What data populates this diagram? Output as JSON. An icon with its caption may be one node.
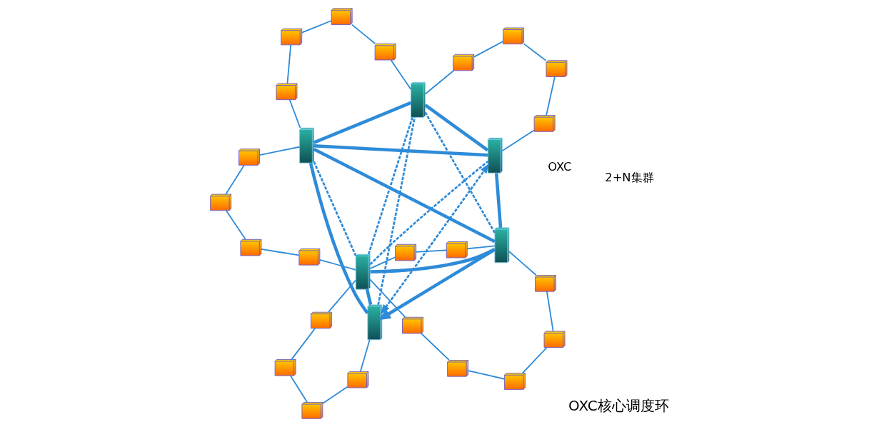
{
  "diagram": {
    "nodes": [
      {
        "text": [],
        "shape": "picture"
      },
      {
        "text": [],
        "shape": "picture"
      },
      {
        "text": [],
        "shape": "picture"
      },
      {
        "text": [],
        "shape": "picture"
      },
      {
        "text": [],
        "shape": "picture"
      },
      {
        "text": [],
        "shape": "picture"
      },
      {
        "text": [],
        "shape": "picture"
      },
      {
        "text": [],
        "shape": "picture"
      },
      {
        "text": [],
        "shape": "picture"
      },
      {
        "text": [],
        "shape": "picture"
      },
      {
        "text": [],
        "shape": "picture"
      },
      {
        "text": [],
        "shape": "picture"
      },
      {
        "text": [],
        "shape": "picture"
      },
      {
        "text": [],
        "shape": "picture"
      },
      {
        "text": [],
        "shape": "picture"
      },
      {
        "text": [],
        "shape": "picture"
      },
      {
        "text": [],
        "shape": "picture"
      },
      {
        "text": [],
        "shape": "picture"
      },
      {
        "text": [],
        "shape": "picture"
      },
      {
        "text": [],
        "shape": "picture"
      },
      {
        "text": [],
        "shape": "picture"
      },
      {
        "text": [],
        "shape": "picture"
      },
      {
        "text": [],
        "shape": "picture"
      },
      {
        "text": [],
        "shape": "picture"
      },
      {
        "text": [],
        "shape": "picture"
      },
      {
        "text": [],
        "shape": "picture"
      },
      {
        "text": [],
        "shape": "picture"
      },
      {
        "text": [],
        "shape": "picture"
      },
      {
        "text": [],
        "shape": "picture"
      }
    ],
    "edges": [
      {
        "from": 0,
        "to": 2,
        "arrow": "none",
        "style": "thick"
      },
      {
        "from": 2,
        "to": 4,
        "arrow": "none",
        "style": "thick"
      },
      {
        "from": 4,
        "to": 5,
        "arrow": "none",
        "style": "thick"
      },
      {
        "from": 5,
        "to": 3,
        "arrow": "none",
        "style": "thick"
      },
      {
        "from": 3,
        "to": 1,
        "arrow": "none",
        "style": "thick"
      },
      {
        "from": 1,
        "to": 0,
        "arrow": "none",
        "style": "thick"
      },
      {
        "from": 2,
        "to": 1,
        "arrow": "to",
        "style": "thick"
      },
      {
        "from": 2,
        "to": 3,
        "arrow": "none",
        "style": "thick"
      },
      {
        "from": 3,
        "to": 4,
        "arrow": "none",
        "style": "thick"
      },
      {
        "from": 0,
        "to": 3,
        "arrow": "none",
        "style": "dashed"
      },
      {
        "from": 0,
        "to": 4,
        "arrow": "none",
        "style": "dashed"
      },
      {
        "from": 0,
        "to": 5,
        "arrow": "none",
        "style": "dashed"
      },
      {
        "from": 1,
        "to": 4,
        "arrow": "both",
        "style": "dashed"
      },
      {
        "from": 1,
        "to": 5,
        "arrow": "none",
        "style": "dashed"
      },
      {
        "from": 2,
        "to": 5,
        "arrow": "none",
        "style": "dashed"
      },
      {
        "from": 0,
        "to": 6,
        "arrow": "none"
      },
      {
        "from": 6,
        "to": 7,
        "arrow": "none"
      },
      {
        "from": 7,
        "to": 8,
        "arrow": "none"
      },
      {
        "from": 8,
        "to": 9,
        "arrow": "none"
      },
      {
        "from": 9,
        "to": 1,
        "arrow": "none"
      },
      {
        "from": 0,
        "to": 10,
        "arrow": "none"
      },
      {
        "from": 10,
        "to": 11,
        "arrow": "none"
      },
      {
        "from": 11,
        "to": 12,
        "arrow": "none"
      },
      {
        "from": 12,
        "to": 13,
        "arrow": "none"
      },
      {
        "from": 13,
        "to": 14,
        "arrow": "none"
      },
      {
        "from": 14,
        "to": 2,
        "arrow": "none"
      },
      {
        "from": 0,
        "to": 15,
        "arrow": "none"
      },
      {
        "from": 15,
        "to": 16,
        "arrow": "none"
      },
      {
        "from": 16,
        "to": 17,
        "arrow": "none"
      },
      {
        "from": 17,
        "to": 18,
        "arrow": "none"
      },
      {
        "from": 18,
        "to": 3,
        "arrow": "none"
      },
      {
        "from": 0,
        "to": 19,
        "arrow": "none"
      },
      {
        "from": 19,
        "to": 20,
        "arrow": "none"
      },
      {
        "from": 20,
        "to": 2,
        "arrow": "none"
      },
      {
        "from": 3,
        "to": 21,
        "arrow": "none"
      },
      {
        "from": 21,
        "to": 22,
        "arrow": "none"
      },
      {
        "from": 22,
        "to": 23,
        "arrow": "none"
      },
      {
        "from": 23,
        "to": 24,
        "arrow": "none"
      },
      {
        "from": 24,
        "to": 5,
        "arrow": "none"
      },
      {
        "from": 5,
        "to": 25,
        "arrow": "none"
      },
      {
        "from": 25,
        "to": 26,
        "arrow": "none"
      },
      {
        "from": 26,
        "to": 27,
        "arrow": "none"
      },
      {
        "from": 27,
        "to": 28,
        "arrow": "none"
      },
      {
        "from": 28,
        "to": 4,
        "arrow": "none"
      }
    ],
    "labels": [
      "OXC核心调度环"
    ],
    "legend": [
      {
        "text": "OXC"
      },
      {
        "text": "2+N集群"
      }
    ]
  }
}
